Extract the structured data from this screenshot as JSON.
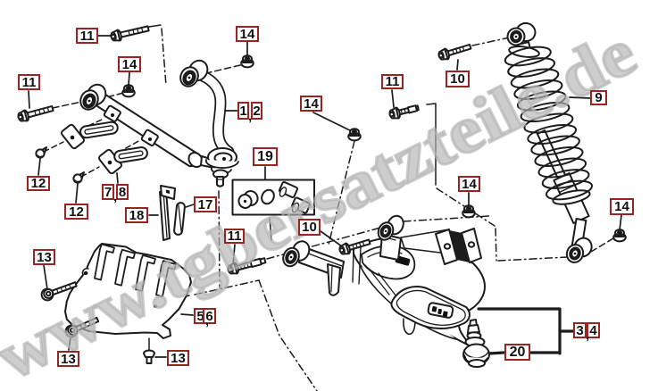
{
  "accent_color": "#9a2323",
  "line_color": "#1c1c1c",
  "watermark": {
    "text": "www.tgbersatzteile.de",
    "color": "#c3c3c3"
  },
  "labels": [
    {
      "text": "11"
    },
    {
      "text": "14"
    },
    {
      "text": "11"
    },
    {
      "text": "14"
    },
    {
      "pair": [
        "1",
        "2"
      ],
      "sep": ","
    },
    {
      "text": "14"
    },
    {
      "text": "11"
    },
    {
      "text": "10"
    },
    {
      "text": "9"
    },
    {
      "text": "19"
    },
    {
      "text": "12"
    },
    {
      "text": "12"
    },
    {
      "pair": [
        "7",
        "8"
      ],
      "sep": ","
    },
    {
      "text": "18"
    },
    {
      "text": "17"
    },
    {
      "text": "11"
    },
    {
      "text": "10"
    },
    {
      "text": "14"
    },
    {
      "text": "14"
    },
    {
      "text": "13"
    },
    {
      "text": "13"
    },
    {
      "text": "13"
    },
    {
      "pair": [
        "5",
        "6"
      ],
      "sep": ","
    },
    {
      "pair": [
        "3",
        "4"
      ],
      "sep": ","
    },
    {
      "text": "20"
    }
  ]
}
